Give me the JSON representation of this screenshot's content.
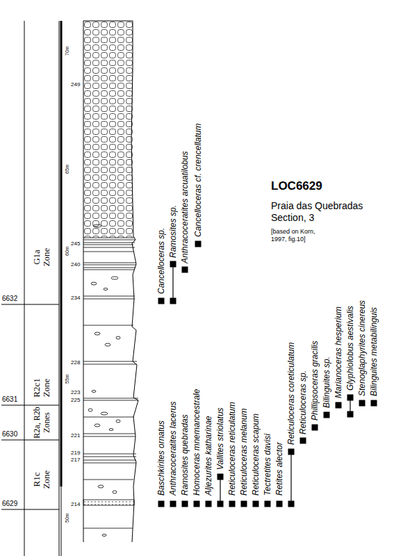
{
  "diagram": {
    "title": "LOC6629",
    "nodes": [
      {
        "text": [
          "G1a Zone"
        ]
      },
      {
        "text": [
          "R2c1 Zone"
        ]
      },
      {
        "text": [
          "R2a, R2b Zones"
        ]
      },
      {
        "text": [
          "R1c Zone"
        ]
      }
    ],
    "labels": [
      "6632",
      "6631",
      "6630",
      "6629",
      "249",
      "245",
      "240",
      "234",
      "228",
      "225",
      "223",
      "221",
      "219",
      "217",
      "214",
      "70m",
      "65m",
      "60m",
      "55m",
      "50m",
      "Praia das Quebradas Section, 3",
      "[based on Korn, 1997, fig.10]",
      "Cancelloceras sp.",
      "Ramosites sp.",
      "Anthracoceratites arcuatilobus",
      "Cancelloceras cf. crencellatum",
      "Baschkirites ornatus",
      "Anthracoceratites lacerus",
      "Ramosites quebradas",
      "Homoceras mnemancestrale",
      "Aljezurites katharinae",
      "Vallites striolatus",
      "Reticuloceras reticulatum",
      "Reticuloceras melanum",
      "Reticuloceras scapum",
      "Tectretites davisi",
      "Retites alector",
      "Reticuloceras coreticulatum",
      "Reticuloceras sp.",
      "Phillipsoceras gracilis",
      "Bilinguites sp.",
      "Marianoceras hesperium",
      "Glyphiolobus aestivalis",
      "Stenoglaphyrites cinereus",
      "Bilinguites metabilinguis"
    ]
  }
}
